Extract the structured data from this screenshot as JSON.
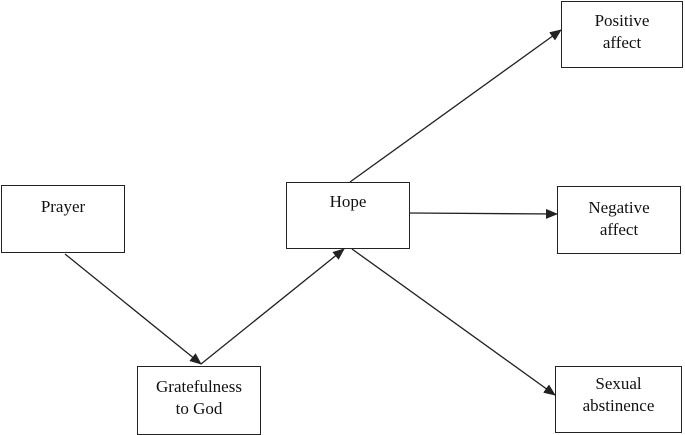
{
  "nodes": {
    "prayer": {
      "lines": [
        "Prayer"
      ]
    },
    "grateful": {
      "lines": [
        "Gratefulness",
        "to God"
      ]
    },
    "hope": {
      "lines": [
        "Hope"
      ]
    },
    "positive": {
      "lines": [
        "Positive",
        "affect"
      ]
    },
    "negative": {
      "lines": [
        "Negative",
        "affect"
      ]
    },
    "sexual": {
      "lines": [
        "Sexual",
        "abstinence"
      ]
    }
  },
  "edges": [
    {
      "from": "Prayer",
      "to": "Gratefulness to God"
    },
    {
      "from": "Gratefulness to God",
      "to": "Hope"
    },
    {
      "from": "Hope",
      "to": "Positive affect"
    },
    {
      "from": "Hope",
      "to": "Negative affect"
    },
    {
      "from": "Hope",
      "to": "Sexual abstinence"
    }
  ],
  "colors": {
    "line": "#222222",
    "text": "#111111",
    "background": "#ffffff"
  }
}
